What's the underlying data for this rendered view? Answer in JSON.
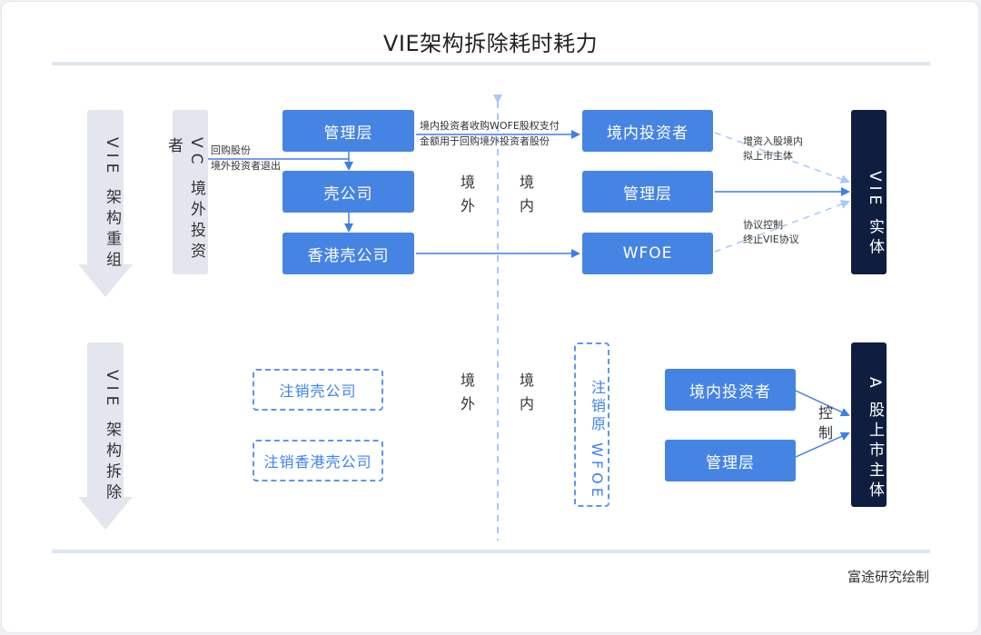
{
  "title": "VIE架构拆除耗时耗力",
  "footer": "富途研究绘制",
  "colors": {
    "box_blue": "#4684e4",
    "dashed_blue": "#5d96ee",
    "arrow_blue": "#3d7fe8",
    "light_arrow_blue": "#a9c8f5",
    "dark_navy": "#0f1e3e",
    "stage_gray": "#e3e6ee"
  },
  "stages": {
    "restructure": "VIE 架构重组",
    "dismantle": "VIE 架构拆除"
  },
  "top": {
    "vc_investor": "VC 境外投资者",
    "offshore_boxes": [
      "管理层",
      "壳公司",
      "香港壳公司"
    ],
    "onshore_boxes": [
      "境内投资者",
      "管理层",
      "WFOE"
    ],
    "target": "VIE 实体",
    "offshore_label": [
      "境",
      "外"
    ],
    "onshore_label": [
      "境",
      "内"
    ],
    "notes": {
      "buyback": [
        "回购股份",
        "境外投资者退出"
      ],
      "payment": [
        "境内投资者收购WOFE股权支付",
        "金额用于回购境外投资者股份"
      ],
      "capital": [
        "增资入股境内",
        "拟上市主体"
      ],
      "agreement": [
        "协议控制",
        "终止VIE协议"
      ]
    }
  },
  "bottom": {
    "cancel_boxes": [
      "注销壳公司",
      "注销香港壳公司"
    ],
    "cancel_wfoe": "注销原 WFOE",
    "onshore_boxes": [
      "境内投资者",
      "管理层"
    ],
    "control_label": "控制",
    "target": "A 股上市主体",
    "offshore_label": [
      "境",
      "外"
    ],
    "onshore_label": [
      "境",
      "内"
    ]
  }
}
